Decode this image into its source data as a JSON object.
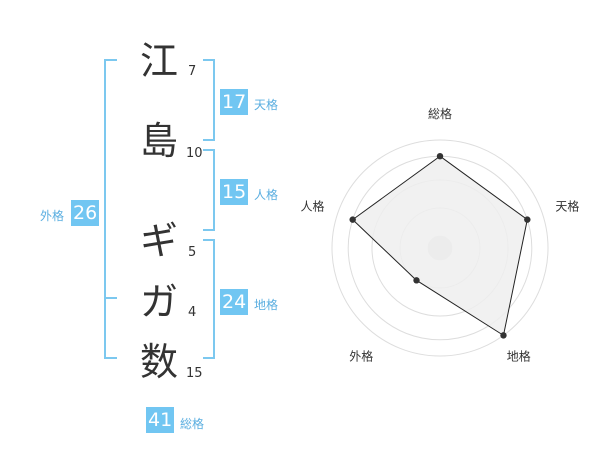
{
  "name": {
    "characters": [
      {
        "char": "江",
        "strokes": "7"
      },
      {
        "char": "島",
        "strokes": "10"
      },
      {
        "char": "ギ",
        "strokes": "5"
      },
      {
        "char": "ガ",
        "strokes": "4"
      },
      {
        "char": "数",
        "strokes": "15"
      }
    ]
  },
  "fortune": {
    "ten": {
      "value": "17",
      "label": "天格"
    },
    "jin": {
      "value": "15",
      "label": "人格"
    },
    "chi": {
      "value": "24",
      "label": "地格"
    },
    "gai": {
      "value": "26",
      "label": "外格"
    },
    "sou": {
      "value": "41",
      "label": "総格"
    }
  },
  "colors": {
    "accent": "#71c6f2",
    "bracket": "#7cc8ef",
    "radar_fill": "#efefef",
    "radar_stroke": "#222222"
  },
  "chart_data": {
    "type": "radar",
    "axes": [
      "総格",
      "天格",
      "地格",
      "外格",
      "人格"
    ],
    "values": [
      4,
      4,
      5,
      2,
      4
    ],
    "max": 5,
    "rings": 5
  }
}
